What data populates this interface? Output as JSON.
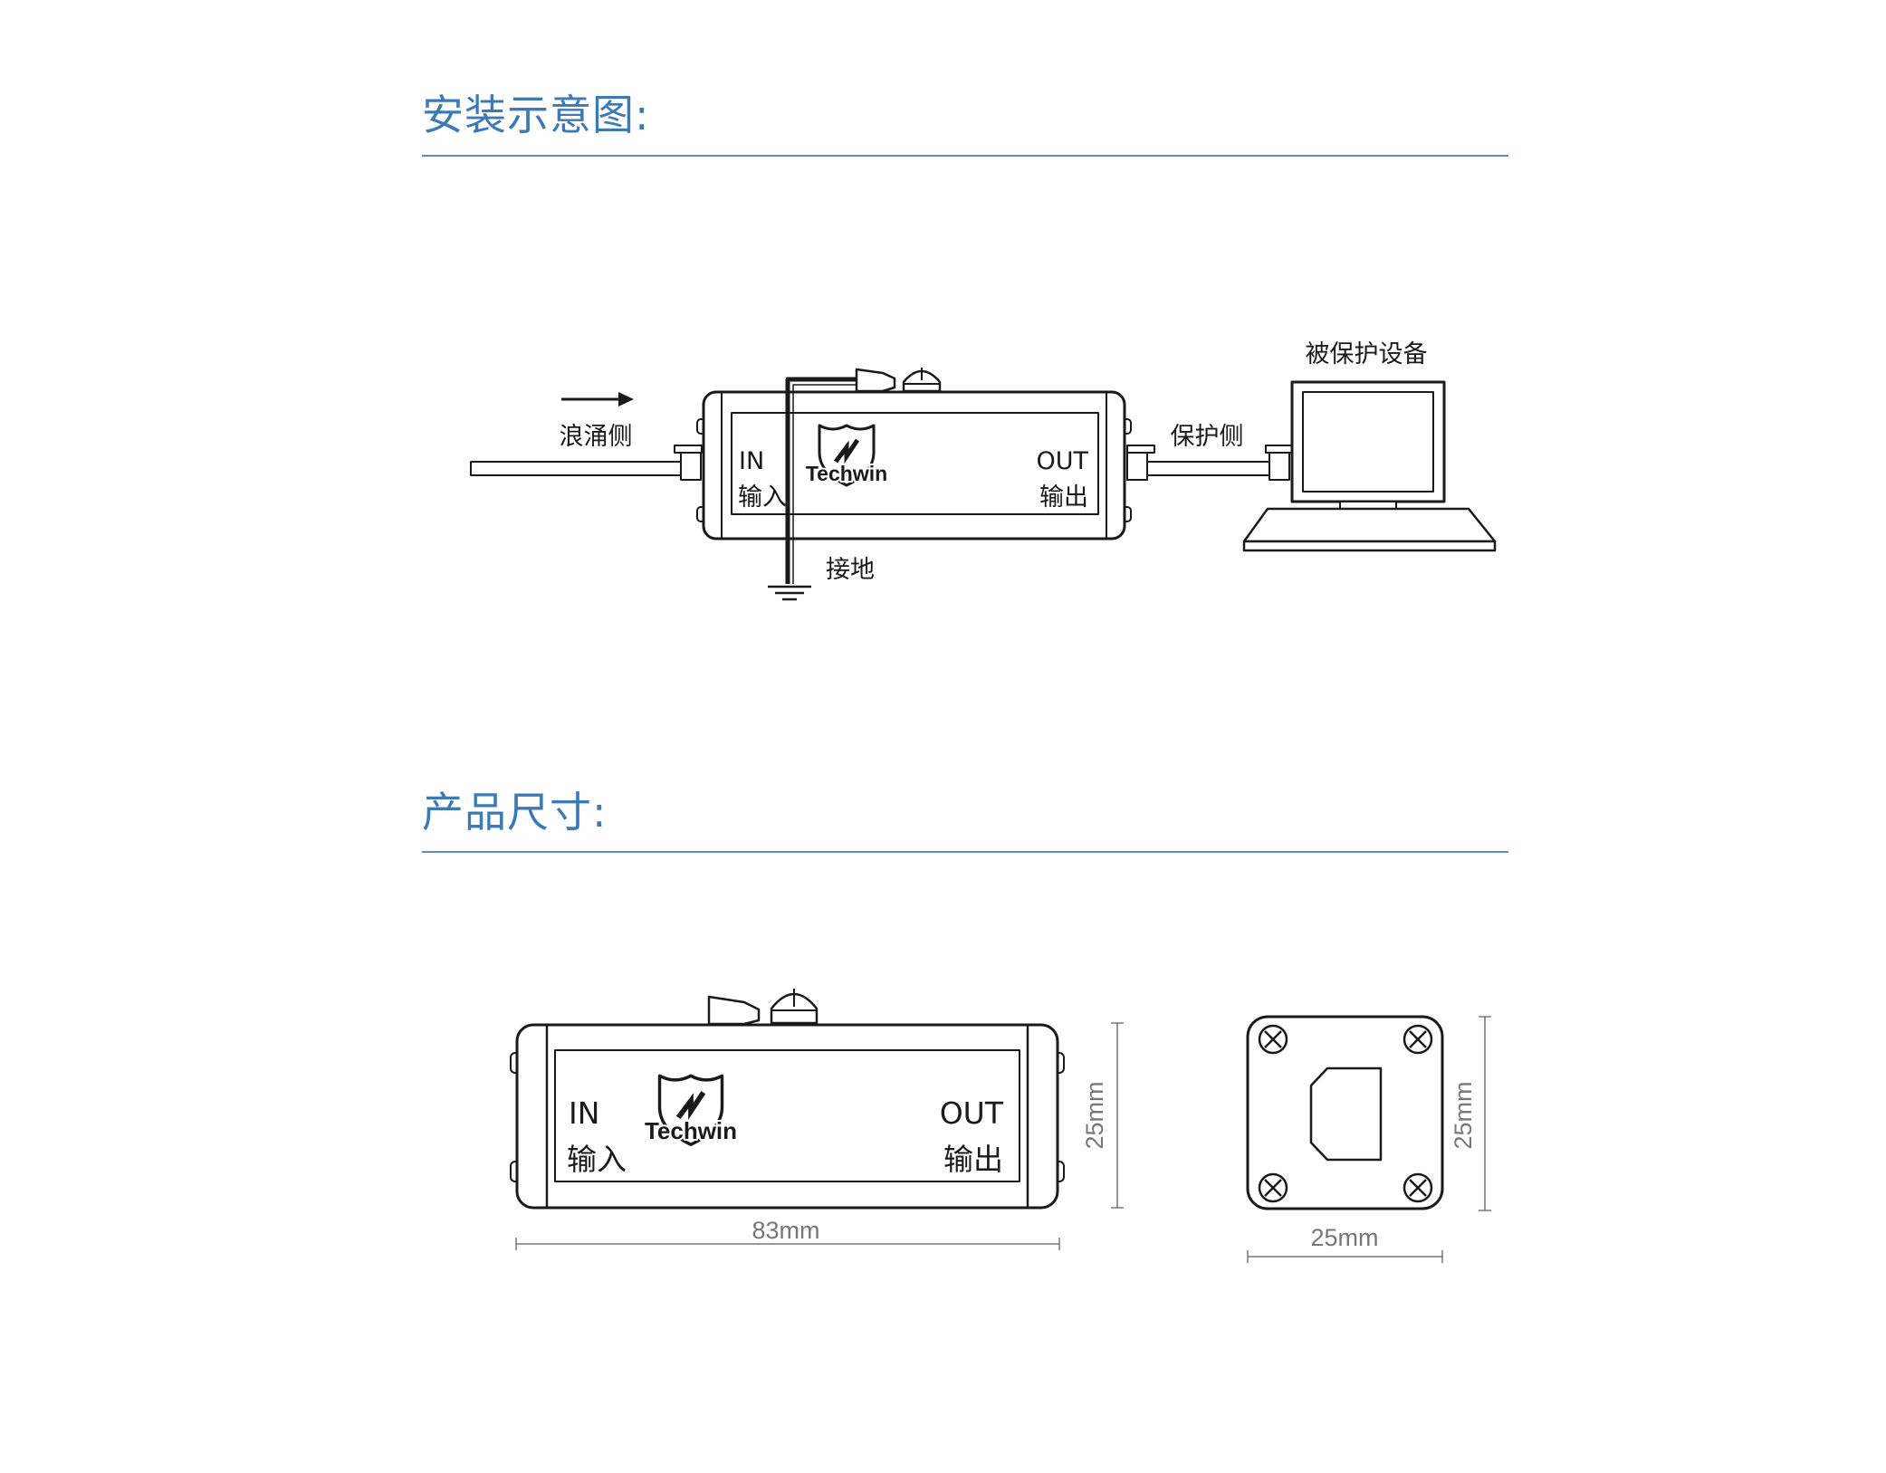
{
  "install_section": {
    "title": "安装示意图:"
  },
  "dimension_section": {
    "title": "产品尺寸:"
  },
  "install_diagram": {
    "surge_side": "浪涌侧",
    "protected_side": "保护侧",
    "protected_device": "被保护设备",
    "grounding": "接地",
    "input_en": "IN",
    "input_cn": "输入",
    "output_en": "OUT",
    "output_cn": "输出",
    "brand": "Techwin"
  },
  "dimension_diagram": {
    "input_en": "IN",
    "input_cn": "输入",
    "output_en": "OUT",
    "output_cn": "输出",
    "brand": "Techwin",
    "length": "83mm",
    "height": "25mm",
    "end_height": "25mm",
    "end_width": "25mm"
  },
  "colors": {
    "title": "#3d7ab5",
    "rule": "#5b8ec2",
    "line": "#1a1a1a",
    "dimension": "#777777"
  },
  "icons": [
    "flow-arrow-icon",
    "lightning-shield-logo-icon",
    "ground-symbol-icon",
    "computer-monitor-icon",
    "screw-cross-icon"
  ]
}
